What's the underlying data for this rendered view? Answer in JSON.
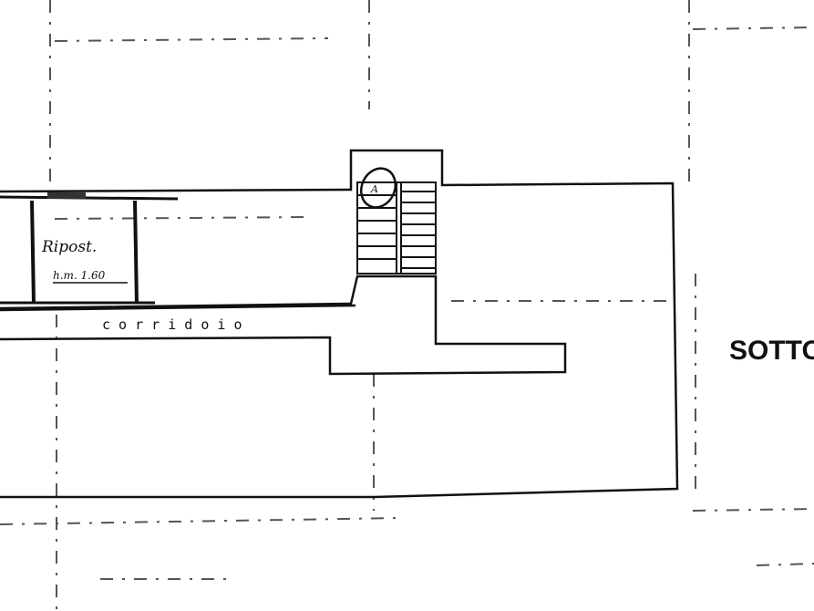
{
  "labels": {
    "storage_room": "Ripost.",
    "storage_height": "h.m. 1.60",
    "corridor": "c o r r i d o i o",
    "stair_mark": "A",
    "floor_title": "SOTTOT"
  },
  "colors": {
    "ink": "#111111",
    "grid": "#555555",
    "paper": "#ffffff"
  }
}
